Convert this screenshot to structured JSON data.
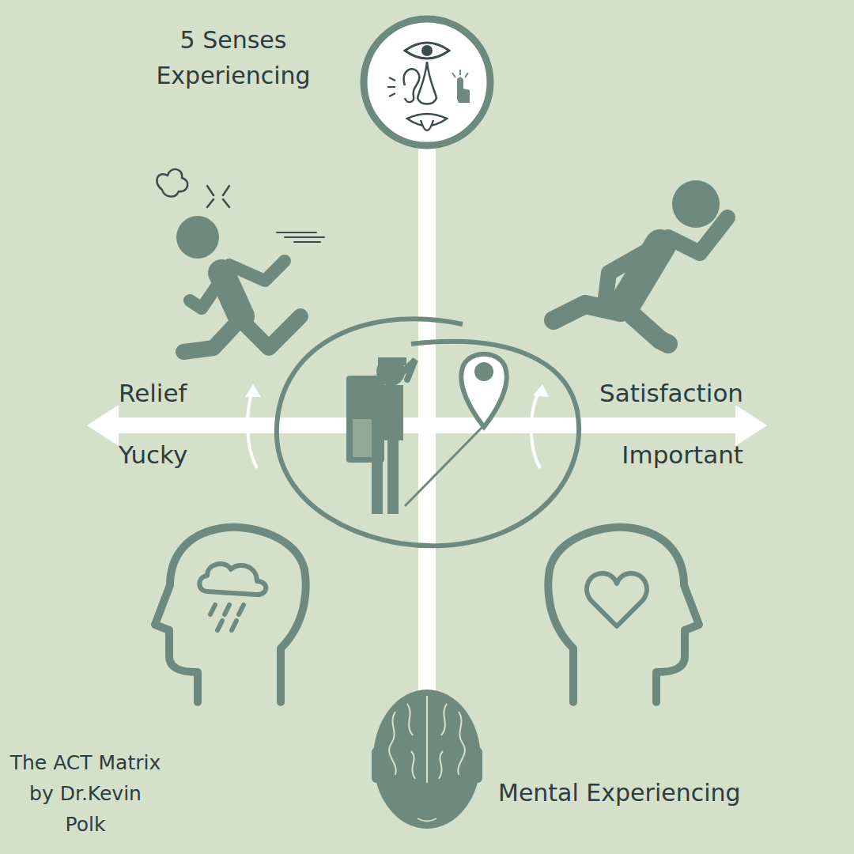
{
  "diagram": {
    "caption": "The ACT Matrix by Dr.Kevin Polk",
    "labels": [
      "5 Senses Experiencing",
      "Relief",
      "Yucky",
      "Satisfaction",
      "Important",
      "Mental Experiencing"
    ]
  }
}
